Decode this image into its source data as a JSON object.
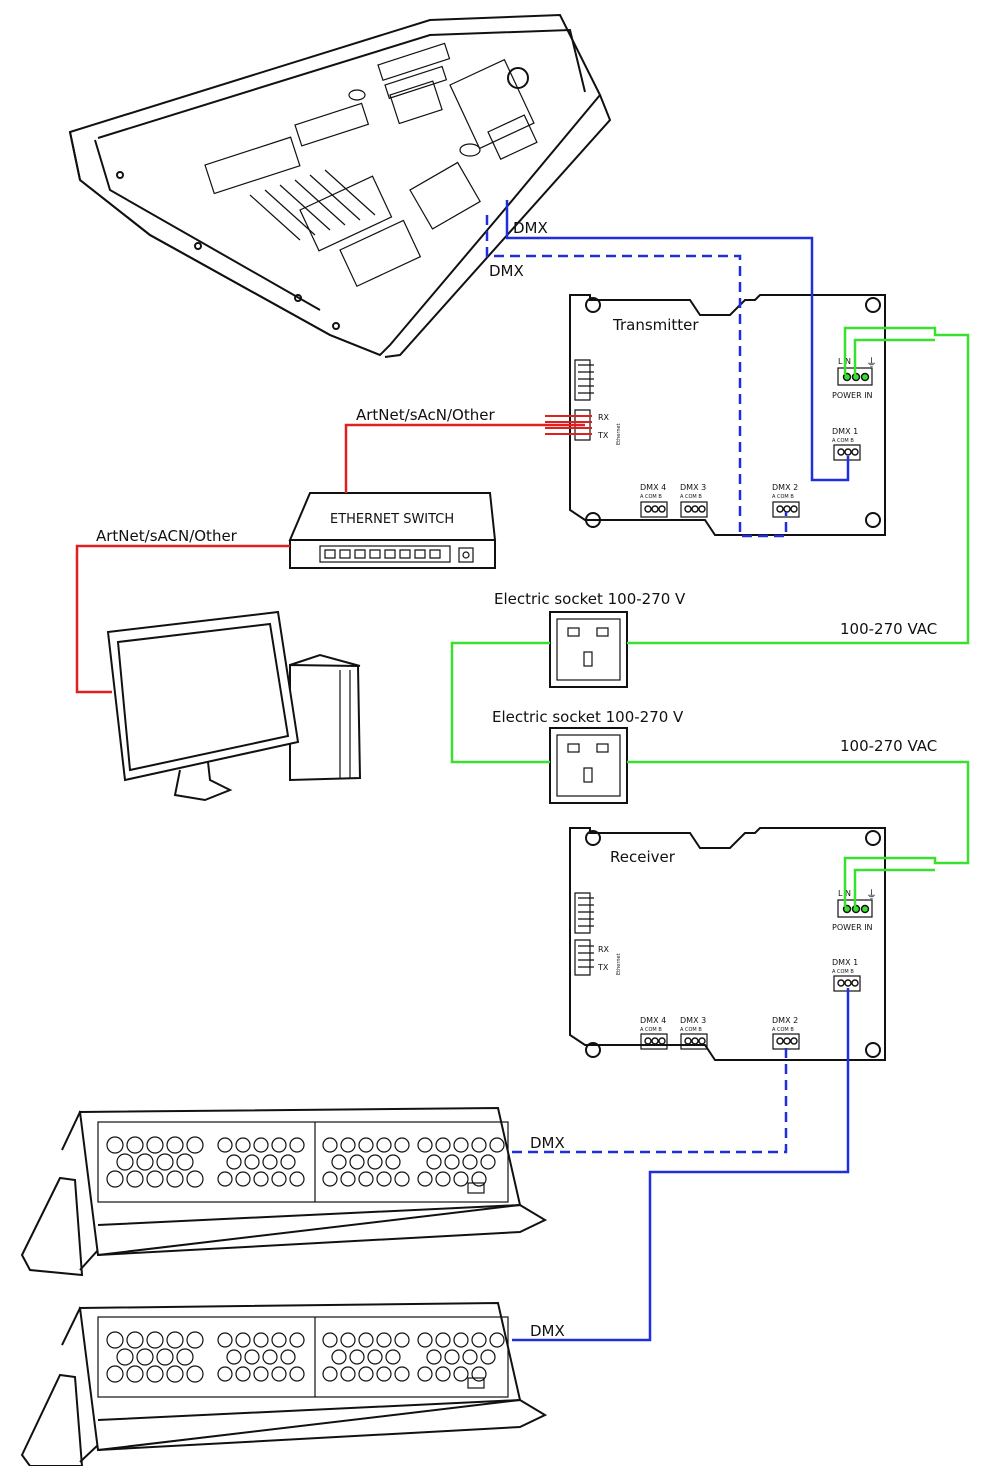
{
  "colors": {
    "dmx": "#1f2fe0",
    "ethernet": "#e01f1f",
    "power": "#39e030",
    "ink": "#111111"
  },
  "labels": {
    "dmx_console_solid": "DMX",
    "dmx_console_dashed": "DMX",
    "artnet_to_transmitter": "ArtNet/sAcN/Other",
    "artnet_to_computer": "ArtNet/sACN/Other",
    "ethernet_switch": "ETHERNET SWITCH",
    "socket_1": "Electric socket 100-270 V",
    "socket_2": "Electric socket 100-270 V",
    "vac_1": "100-270 VAC",
    "vac_2": "100-270 VAC",
    "dmx_fixture_1": "DMX",
    "dmx_fixture_2": "DMX"
  },
  "transmitter": {
    "title": "Transmitter",
    "power_in": "POWER IN",
    "power_pins": "L  N",
    "dmx1": "DMX 1",
    "dmx2": "DMX 2",
    "dmx3": "DMX 3",
    "dmx4": "DMX 4",
    "pin_label": "A COM B",
    "rx": "RX",
    "tx": "TX",
    "ethernet": "Ethernet"
  },
  "receiver": {
    "title": "Receiver",
    "power_in": "POWER IN",
    "power_pins": "L  N",
    "dmx1": "DMX 1",
    "dmx2": "DMX 2",
    "dmx3": "DMX 3",
    "dmx4": "DMX 4",
    "pin_label": "A COM B",
    "rx": "RX",
    "tx": "TX",
    "ethernet": "Ethernet"
  },
  "icons": [
    "lighting-console-icon",
    "ethernet-switch-icon",
    "computer-icon",
    "wall-socket-icon",
    "led-bar-fixture-icon",
    "ground-icon"
  ]
}
